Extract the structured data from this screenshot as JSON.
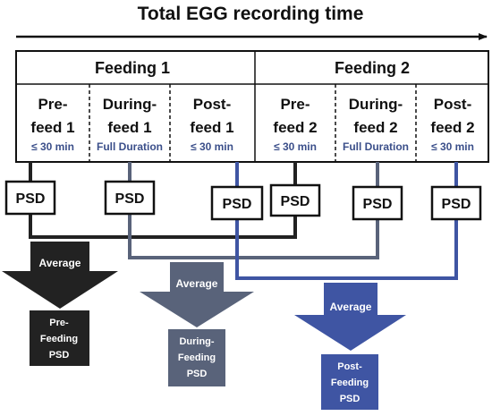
{
  "title": "Total EGG recording time",
  "feedings": [
    {
      "label": "Feeding 1",
      "phases": [
        {
          "line1": "Pre-",
          "line2": "feed 1",
          "duration": "≤ 30 min"
        },
        {
          "line1": "During-",
          "line2": "feed 1",
          "duration": "Full Duration"
        },
        {
          "line1": "Post-",
          "line2": "feed 1",
          "duration": "≤ 30 min"
        }
      ]
    },
    {
      "label": "Feeding 2",
      "phases": [
        {
          "line1": "Pre-",
          "line2": "feed 2",
          "duration": "≤ 30 min"
        },
        {
          "line1": "During-",
          "line2": "feed 2",
          "duration": "Full Duration"
        },
        {
          "line1": "Post-",
          "line2": "feed 2",
          "duration": "≤ 30 min"
        }
      ]
    }
  ],
  "psd_label": "PSD",
  "average_label": "Average",
  "outputs": [
    {
      "line1": "Pre-",
      "line2": "Feeding",
      "line3": "PSD"
    },
    {
      "line1": "During-",
      "line2": "Feeding",
      "line3": "PSD"
    },
    {
      "line1": "Post-",
      "line2": "Feeding",
      "line3": "PSD"
    }
  ],
  "colors": {
    "pre": "#222222",
    "during": "#59637a",
    "post": "#3f55a3",
    "duration_text": "#3b4f8a"
  }
}
